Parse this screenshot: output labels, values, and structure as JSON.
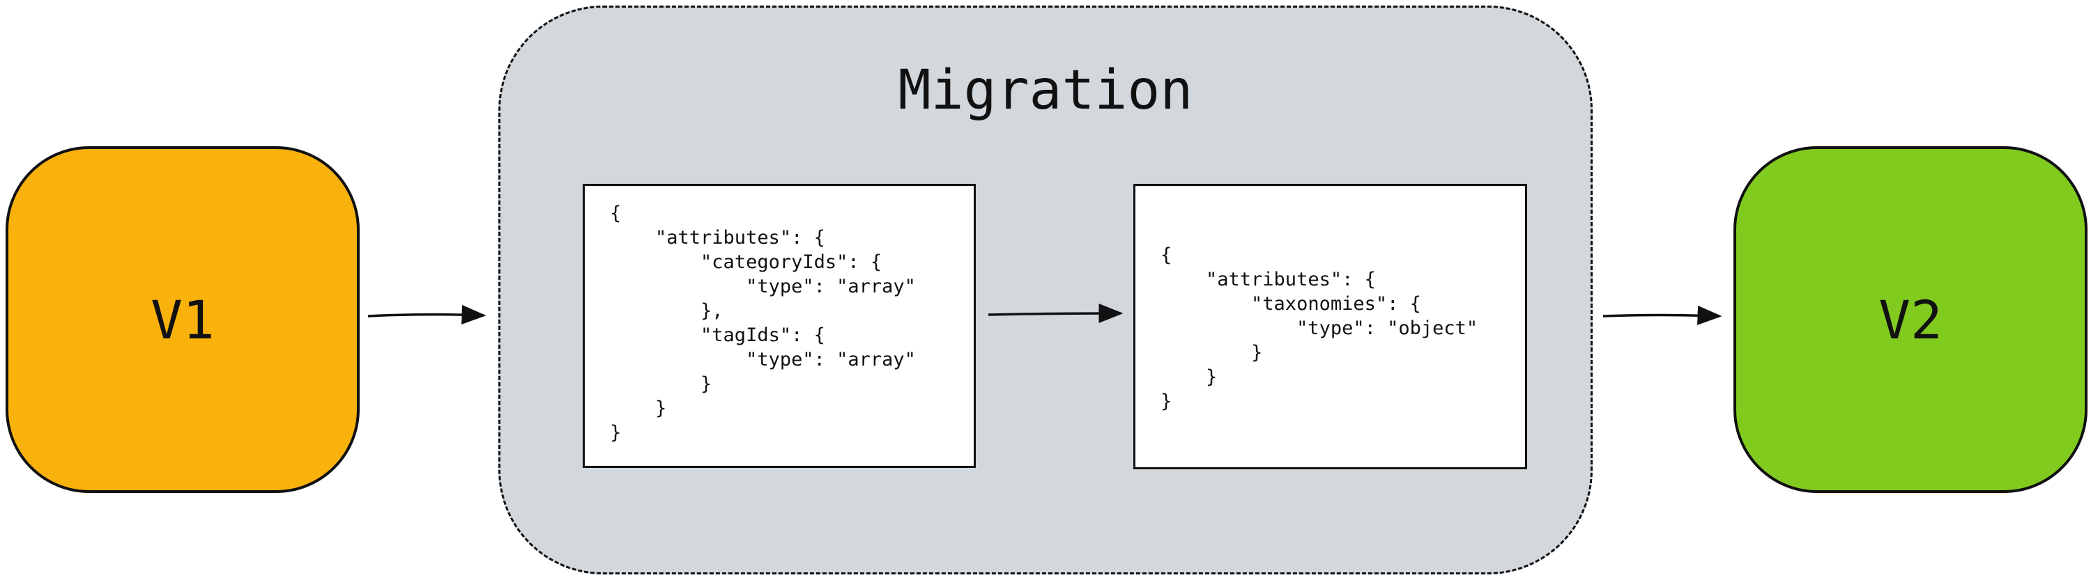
{
  "nodes": {
    "v1": {
      "label": "V1",
      "color": "#f9b10b"
    },
    "v2": {
      "label": "V2",
      "color": "#81cb1e"
    }
  },
  "migration": {
    "title": "Migration",
    "before_code": "{\n    \"attributes\": {\n        \"categoryIds\": {\n            \"type\": \"array\"\n        },\n        \"tagIds\": {\n            \"type\": \"array\"\n        }\n    }\n}",
    "after_code": "{\n    \"attributes\": {\n        \"taxonomies\": {\n            \"type\": \"object\"\n        }\n    }\n}"
  },
  "colors": {
    "group_background": "#d3d8dd",
    "stroke": "#111111"
  }
}
